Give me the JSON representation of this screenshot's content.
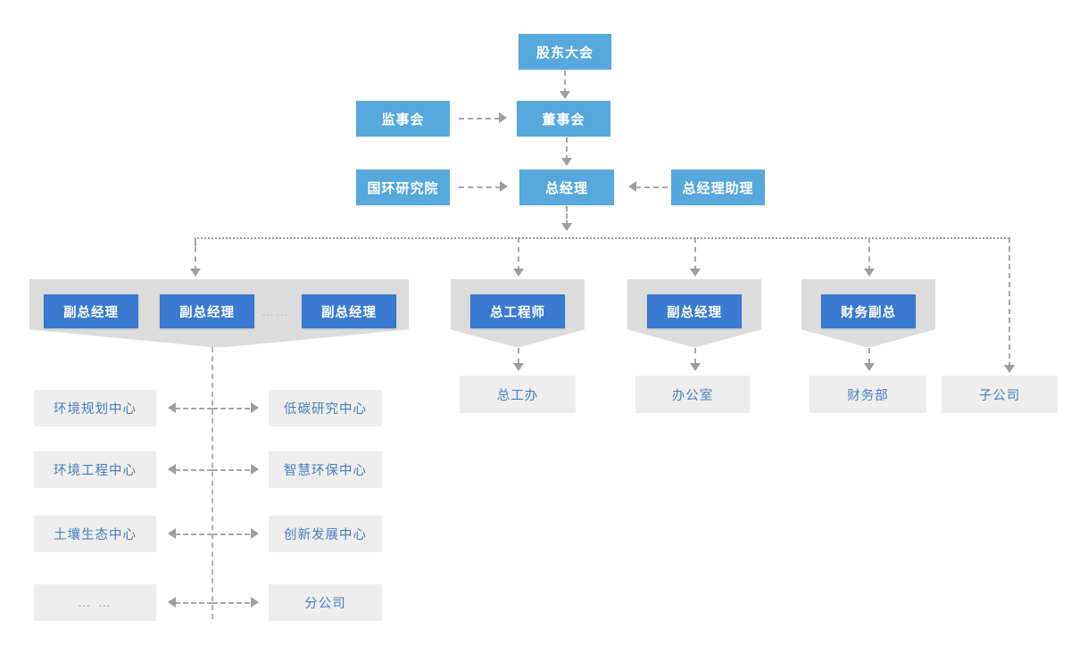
{
  "chart_title": "",
  "colors": {
    "exec_box": "#56a8dd",
    "mid_box": "#3a7ad0",
    "dept_box": "#ededed",
    "dept_text": "#4a7fc1",
    "banner": "#dcdcdc",
    "connector": "#9e9e9e",
    "background": "#ffffff"
  },
  "nodes": {
    "shareholders_meeting": "股东大会",
    "board_of_directors": "董事会",
    "board_of_supervisors": "监事会",
    "general_manager": "总经理",
    "research_institute": "国环研究院",
    "gm_assistant": "总经理助理",
    "deputy_gm_1": "副总经理",
    "deputy_gm_2": "副总经理",
    "deputy_gm_n": "副总经理",
    "deputy_gm_ellipsis": "……",
    "chief_engineer": "总工程师",
    "deputy_gm_admin": "副总经理",
    "deputy_gm_finance": "财务副总",
    "chief_engineer_office": "总工办",
    "admin_office": "办公室",
    "finance_department": "财务部",
    "subsidiary": "子公司"
  },
  "departments_left": [
    "环境规划中心",
    "环境工程中心",
    "土壤生态中心",
    "… …"
  ],
  "departments_right": [
    "低碳研究中心",
    "智慧环保中心",
    "创新发展中心",
    "分公司"
  ]
}
